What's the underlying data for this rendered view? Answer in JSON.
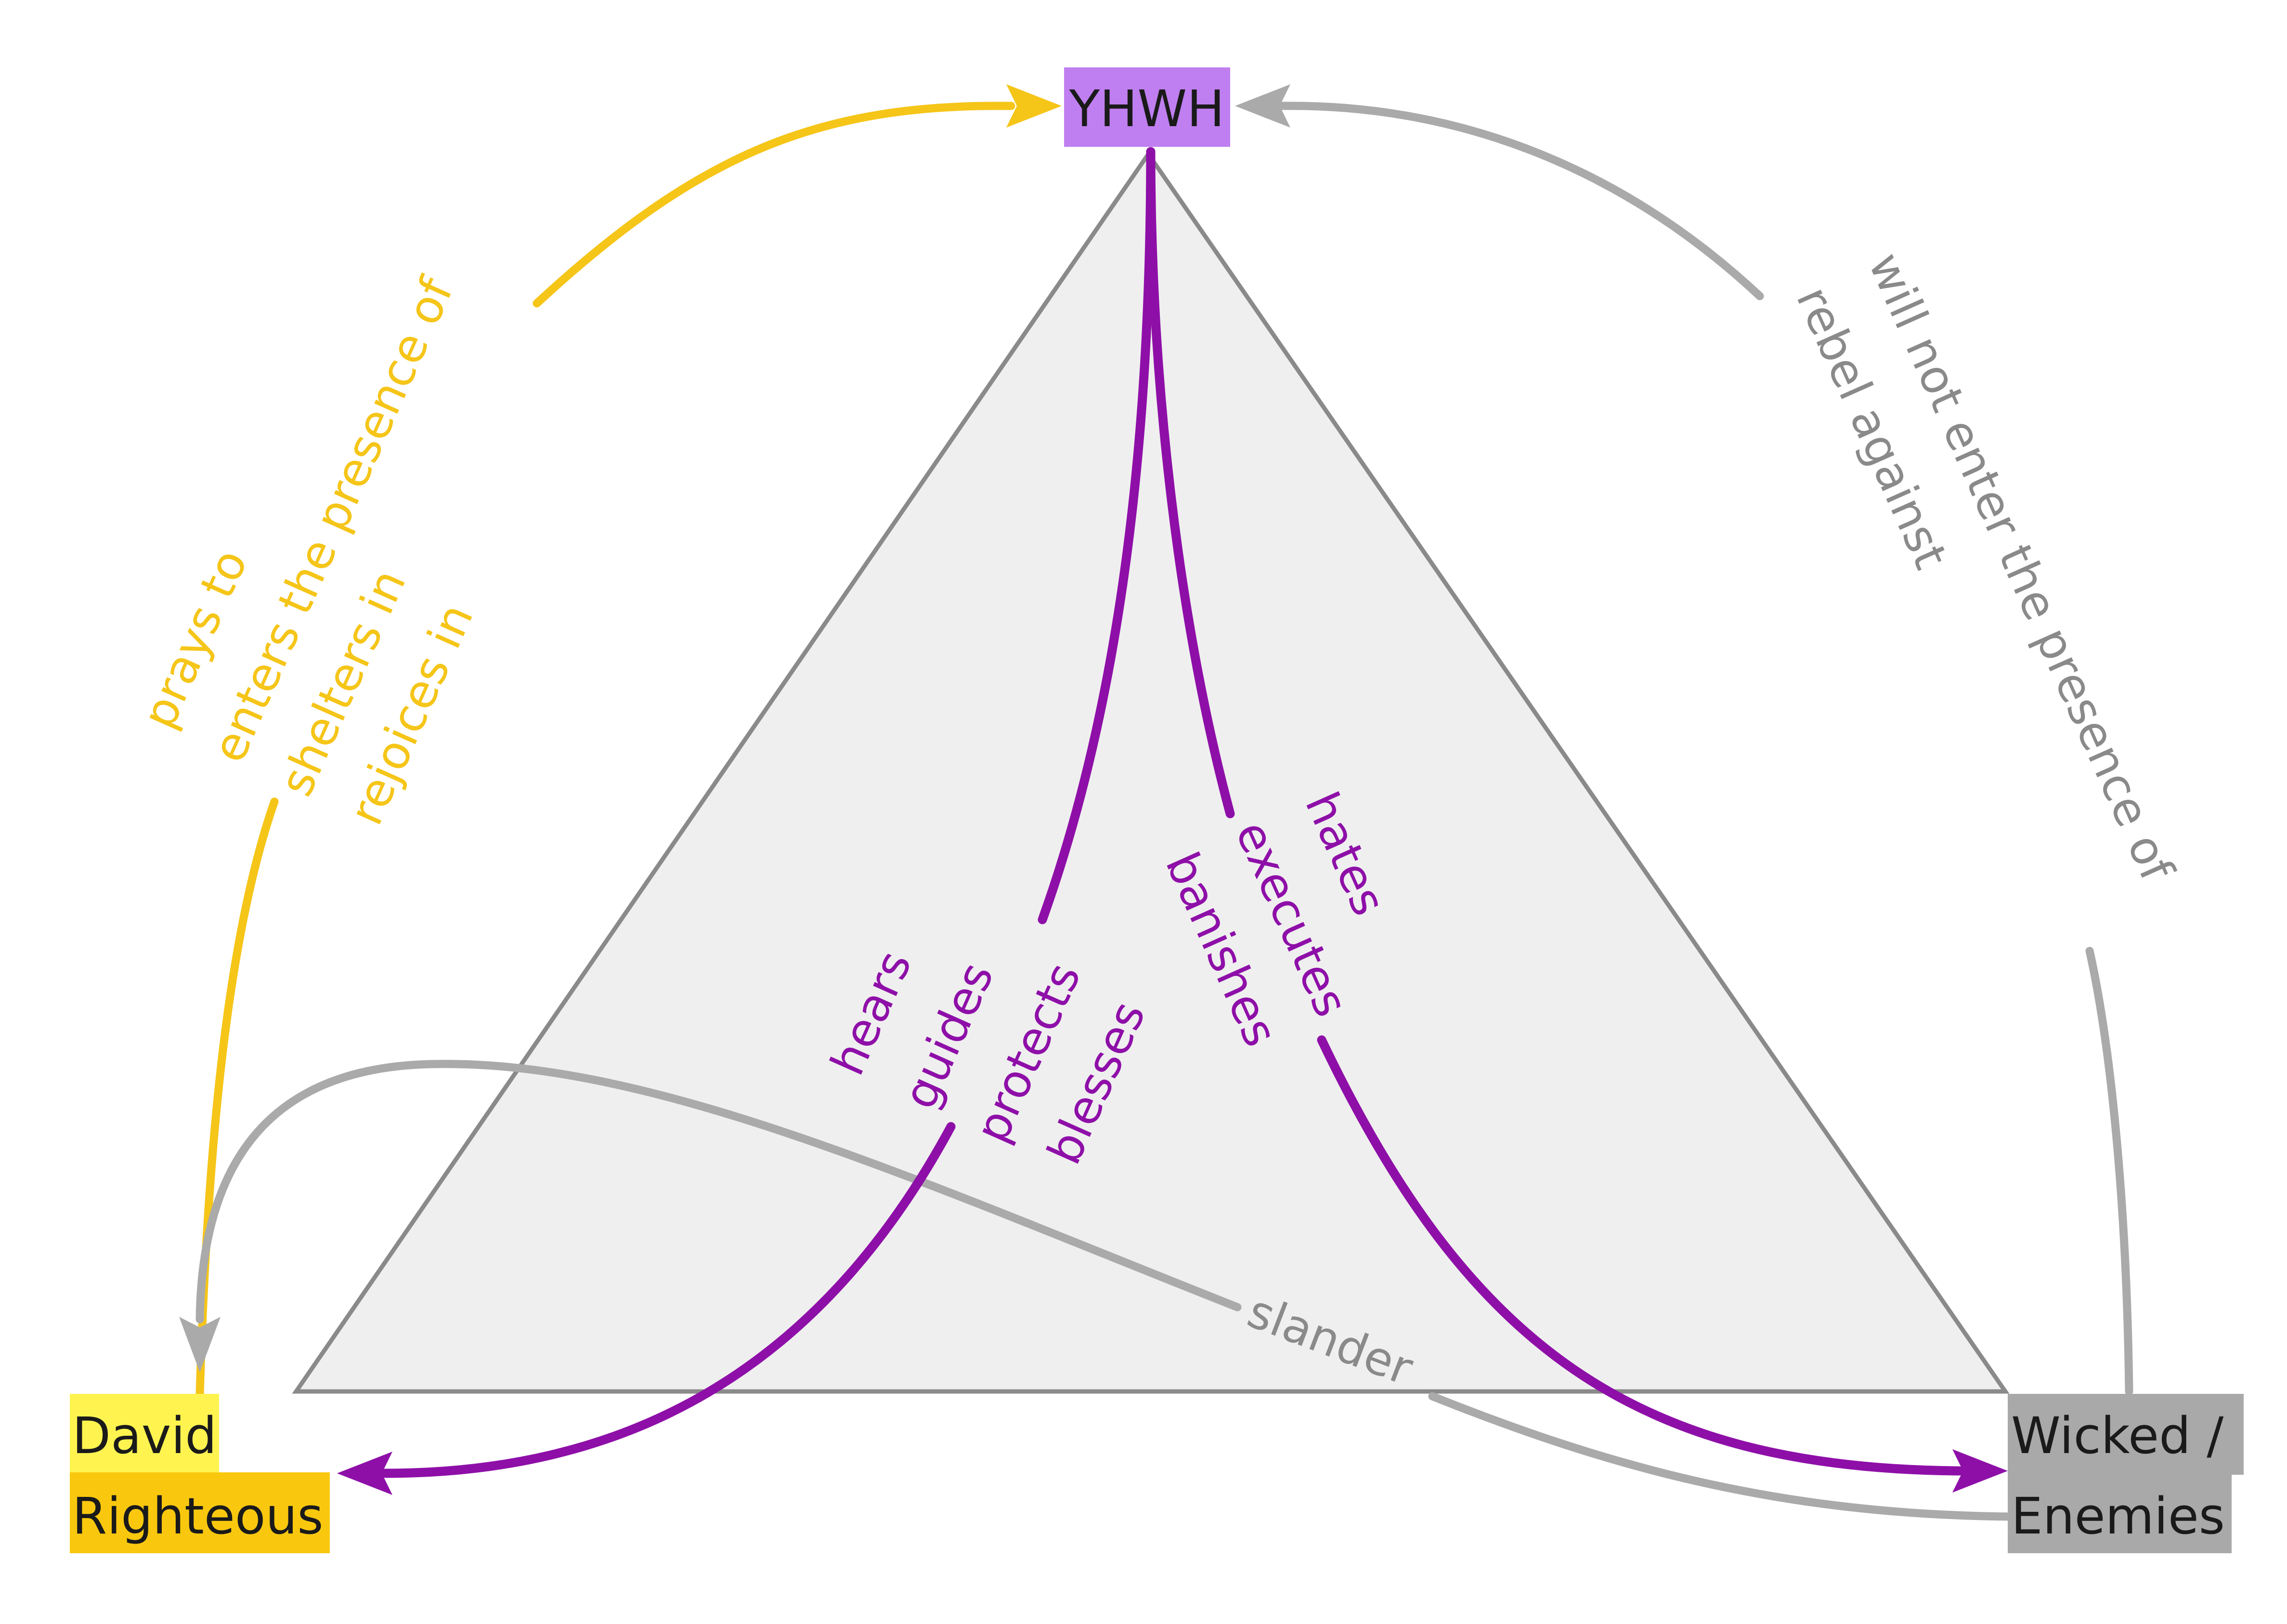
{
  "nodes": {
    "yhwh": "YHWH",
    "david_line1": "David",
    "david_line2": "Righteous",
    "wicked_line1": "Wicked /",
    "wicked_line2": "Enemies"
  },
  "edges": {
    "righteous_to_yhwh": [
      "prays to",
      "enters the presence of",
      "shelters in",
      "rejoices in"
    ],
    "wicked_to_yhwh": [
      "will not enter the presence of",
      "rebel against"
    ],
    "yhwh_to_righteous": [
      "hears",
      "guides",
      "protects",
      "blesses"
    ],
    "yhwh_to_wicked": [
      "hates",
      "executes",
      "banishes"
    ],
    "wicked_to_righteous": "slander"
  },
  "colors": {
    "yhwh_box": "#c07ff0",
    "david_box": "#fff44f",
    "righteous_box": "#f9c80e",
    "wicked_box": "#a9a9a9",
    "triangle_fill": "#efefef",
    "triangle_stroke": "#8a8a8a",
    "yellow_arrow": "#f5c518",
    "gray_arrow": "#aaaaaa",
    "purple_arrow": "#8e0fa8"
  }
}
